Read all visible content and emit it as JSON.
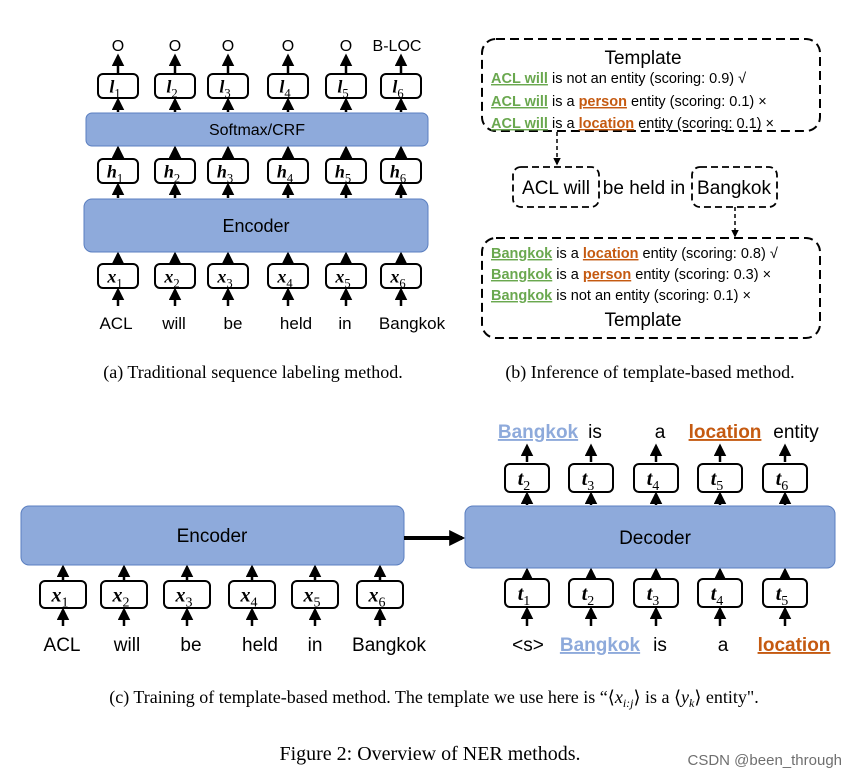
{
  "panel_a": {
    "outputs": [
      "O",
      "O",
      "O",
      "O",
      "O",
      "B-LOC"
    ],
    "l_var": "l",
    "h_var": "h",
    "x_var": "x",
    "subscripts": [
      "1",
      "2",
      "3",
      "4",
      "5",
      "6"
    ],
    "softmax_label": "Softmax/CRF",
    "encoder_label": "Encoder",
    "tokens": [
      "ACL",
      "will",
      "be",
      "held",
      "in",
      "Bangkok"
    ],
    "caption": "(a)  Traditional sequence labeling method."
  },
  "panel_b": {
    "top_template_title": "Template",
    "top_rows": [
      {
        "span": "ACL will",
        "pre": "is not an entity (scoring: 0.9) √",
        "type": "",
        "post": ""
      },
      {
        "span": "ACL will",
        "pre": "is a",
        "type": "person",
        "post": "entity (scoring: 0.1) ×"
      },
      {
        "span": "ACL will",
        "pre": "is a",
        "type": "location",
        "post": "entity (scoring: 0.1) ×"
      }
    ],
    "sentence_span1": "ACL will",
    "sentence_mid": "be held in",
    "sentence_span2": "Bangkok",
    "bottom_rows": [
      {
        "span": "Bangkok",
        "pre": "is a",
        "type": "location",
        "post": "entity (scoring: 0.8) √"
      },
      {
        "span": "Bangkok",
        "pre": "is a",
        "type": "person",
        "post": "entity (scoring: 0.3) ×"
      },
      {
        "span": "Bangkok",
        "pre": "is not an entity (scoring: 0.1) ×",
        "type": "",
        "post": ""
      }
    ],
    "bottom_template_title": "Template",
    "caption": "(b)  Inference of template-based method."
  },
  "panel_c": {
    "encoder_label": "Encoder",
    "decoder_label": "Decoder",
    "x_var": "x",
    "x_subscripts": [
      "1",
      "2",
      "3",
      "4",
      "5",
      "6"
    ],
    "tokens": [
      "ACL",
      "will",
      "be",
      "held",
      "in",
      "Bangkok"
    ],
    "t_var": "t",
    "t_out_subscripts": [
      "2",
      "3",
      "4",
      "5",
      "6"
    ],
    "t_in_subscripts": [
      "1",
      "2",
      "3",
      "4",
      "5"
    ],
    "out_words": [
      "Bangkok",
      "is",
      "a",
      "location",
      "entity"
    ],
    "in_words": [
      "<s>",
      "Bangkok",
      "is",
      "a",
      "location"
    ],
    "caption_pre": "(c)  Training of template-based method. The template we use here is “⟨",
    "caption_x": "x",
    "caption_xsub": "i:j",
    "caption_mid": "⟩ is a ⟨",
    "caption_y": "y",
    "caption_ysub": "k",
    "caption_post": "⟩ entity\"."
  },
  "figure_caption": "Figure 2: Overview of NER methods.",
  "watermark": "CSDN @been_through",
  "colors": {
    "box_fill": "#8eaadb",
    "box_stroke": "#5b7fc0",
    "span_green": "#6aa84f",
    "type_orange": "#c55a11",
    "span_blue": "#8eaadb"
  }
}
